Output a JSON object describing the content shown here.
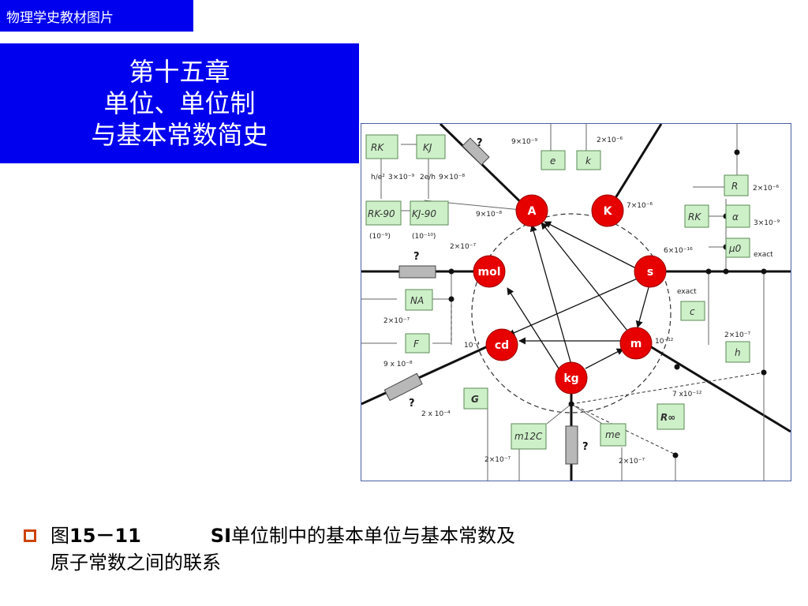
{
  "header": {
    "tag": "物理学史教材图片"
  },
  "title": {
    "line1": "第十五章",
    "line2": "单位、单位制",
    "line3": "与基本常数简史"
  },
  "diagram": {
    "nodes": {
      "A": "A",
      "K": "K",
      "mol": "mol",
      "s": "s",
      "cd": "cd",
      "m": "m",
      "kg": "kg"
    },
    "boxes": {
      "RK": "RK",
      "KJ": "KJ",
      "RK90": "RK-90",
      "KJ90": "KJ-90",
      "e": "e",
      "k": "k",
      "R": "R",
      "RK2": "RK",
      "alpha": "α",
      "mu0": "μ0",
      "NA": "NA",
      "F": "F",
      "c": "c",
      "h": "h",
      "G": "G",
      "m12C": "m12C",
      "me": "me",
      "Rinf": "R∞"
    },
    "labels": {
      "q1": "?",
      "q2": "?",
      "q3": "?",
      "q4": "?",
      "unc_A": "9×10⁻⁸",
      "unc_K": "7×10⁻⁶",
      "unc_s": "6×10⁻¹⁶",
      "unc_mol": "2×10⁻⁷",
      "unc_cd": "10⁻⁴",
      "unc_m": "10⁻¹²",
      "unc_e": "9×10⁻⁹",
      "unc_k": "2×10⁻⁶",
      "unc_R": "2×10⁻⁶",
      "unc_alpha": "3×10⁻⁹",
      "exact_mu0": "exact",
      "exact_c": "exact",
      "unc_NA": "2×10⁻⁷",
      "unc_F": "9 x 10⁻⁸",
      "unc_h": "2×10⁻⁷",
      "unc_G": "2 x 10⁻⁴",
      "unc_m12C": "2×10⁻⁷",
      "unc_me": "2×10⁻⁷",
      "unc_Rinf": "7 x10⁻¹²",
      "h_e2": "h/e²",
      "unc_he2": "3×10⁻⁹",
      "twoe_h": "2e/h",
      "unc_2eh": "9×10⁻⁸",
      "p9": "(10⁻⁹)",
      "p10": "(10⁻¹⁰)"
    }
  },
  "caption": {
    "prefix": "图",
    "number": "15－11",
    "si": "SI",
    "text1": "单位制中的基本单位与基本常数及",
    "text2": "原子常数之间的联系"
  },
  "colors": {
    "blue": "#0000ee",
    "node": "#e60000",
    "box_fill": "#cdf0c8",
    "box_stroke": "#5a8a55"
  }
}
